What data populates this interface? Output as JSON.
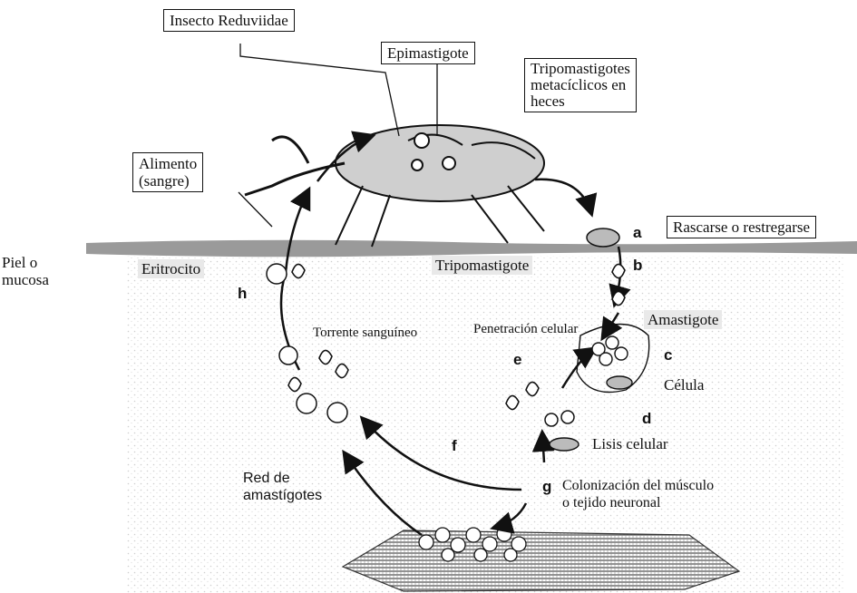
{
  "labels": {
    "insect": "Insecto Reduviidae",
    "epimastigote": "Epimastigote",
    "trypomastigotes_feces": [
      "Tripomastigotes",
      "metacíclicos en",
      "heces"
    ],
    "food_blood": [
      "Alimento",
      "(sangre)"
    ],
    "scratch": "Rascarse o restregarse",
    "skin": [
      "Piel o",
      "mucosa"
    ],
    "erythrocyte": "Eritrocito",
    "trypomastigote": "Tripomastigote",
    "bloodstream": "Torrente sanguíneo",
    "cell_penetration": "Penetración celular",
    "amastigote": "Amastigote",
    "cell": "Célula",
    "cell_lysis": "Lisis celular",
    "amastigote_network": [
      "Red de",
      "amastígotes"
    ],
    "colonization": [
      "Colonización del músculo",
      "o tejido neuronal"
    ]
  },
  "stage_letters": [
    "a",
    "b",
    "c",
    "d",
    "e",
    "f",
    "g",
    "h"
  ],
  "colors": {
    "ink": "#111111",
    "stipple": "#d4d4d4",
    "skin_band": "#9a9a9a",
    "label_shade": "#e9e9e9"
  }
}
